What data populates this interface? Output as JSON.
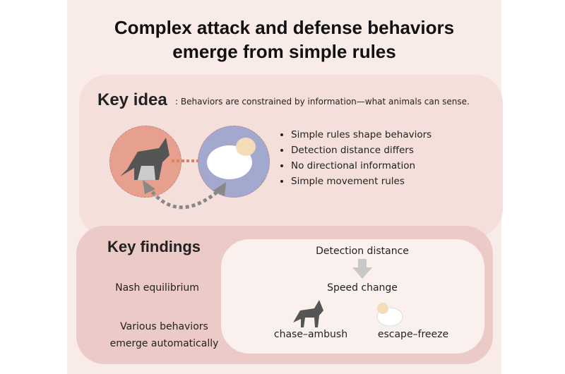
{
  "title": [
    "Complex attack and defense behaviors",
    "emerge from simple rules"
  ],
  "key_idea": {
    "heading": "Key idea",
    "subtitle": ": Behaviors are constrained by information—what animals can sense.",
    "bullets": [
      "Simple rules shape behaviors",
      "Detection distance differs",
      "No directional information",
      "Simple movement rules"
    ]
  },
  "key_findings": {
    "heading": "Key findings",
    "left": [
      "Nash equilibrium",
      "Various behaviors",
      "emerge automatically"
    ],
    "flow": {
      "top": "Detection distance",
      "middle": "Speed change",
      "wolf_label": "chase–ambush",
      "sheep_label": "escape–freeze"
    }
  }
}
